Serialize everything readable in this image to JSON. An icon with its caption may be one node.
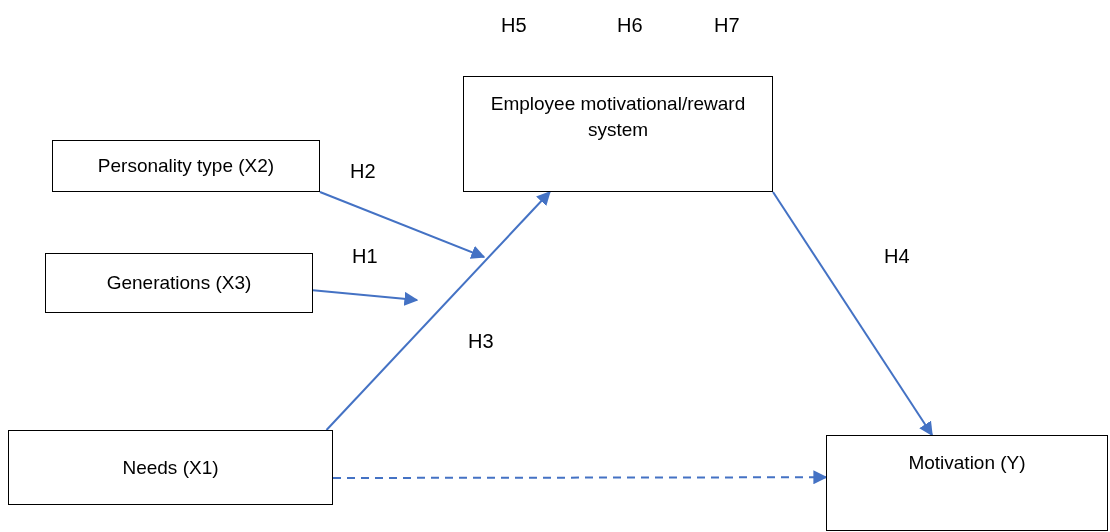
{
  "diagram": {
    "nodes": [
      {
        "text": [
          "Personality type (X2)"
        ]
      },
      {
        "text": [
          "Generations (X3)"
        ]
      },
      {
        "text": [
          "Employee motivational/reward system"
        ]
      },
      {
        "text": [
          "Needs (X1)"
        ]
      },
      {
        "text": [
          "Motivation (Y)"
        ]
      }
    ],
    "edges": [
      {
        "from": 0,
        "to": null,
        "arrow": "to",
        "label": "H2"
      },
      {
        "from": 1,
        "to": null,
        "arrow": "to",
        "label": "H1"
      },
      {
        "from": 3,
        "to": 2,
        "arrow": "to",
        "label": "H3"
      },
      {
        "from": 2,
        "to": 4,
        "arrow": "to",
        "label": "H4"
      },
      {
        "from": 3,
        "to": 4,
        "arrow": "to",
        "style": "dashed"
      }
    ],
    "labels": [
      "H5",
      "H6",
      "H7"
    ]
  }
}
